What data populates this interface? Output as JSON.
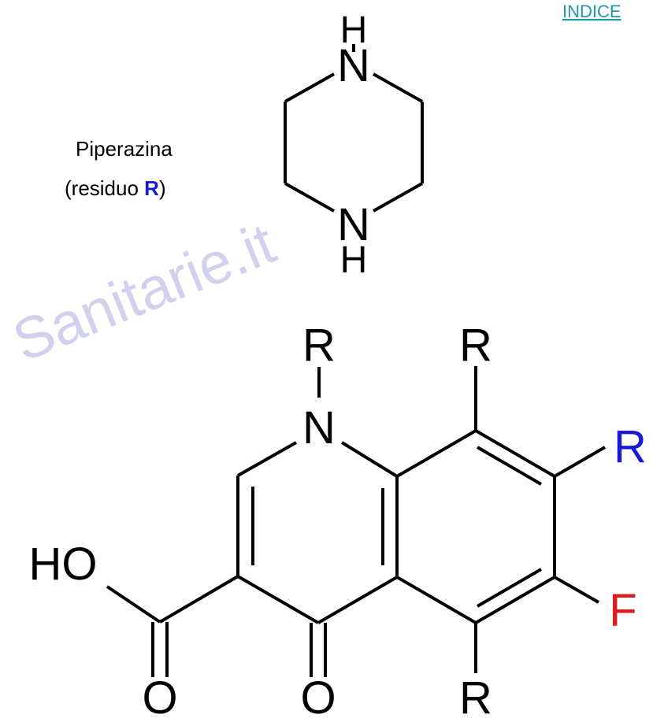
{
  "index_link": "INDICE",
  "watermark": "Sanitarie.it",
  "caption": {
    "line1": "Piperazina",
    "line2_prefix": "(residuo ",
    "line2_r": "R",
    "line2_suffix": ")"
  },
  "piperazine": {
    "h_top": "H",
    "n_top": "N",
    "n_bottom": "N",
    "h_bottom": "H"
  },
  "quinolone": {
    "r_n1": "R",
    "n1": "N",
    "r_c8": "R",
    "r_c7": "R",
    "f_c6": "F",
    "r_c5": "R",
    "o_keto": "O",
    "ho": "HO",
    "o_acid": "O"
  },
  "colors": {
    "r_highlight": "#1a1ad6",
    "fluorine": "#d81e1e",
    "link": "#1f9aa5",
    "watermark": "#c9c9ec"
  }
}
